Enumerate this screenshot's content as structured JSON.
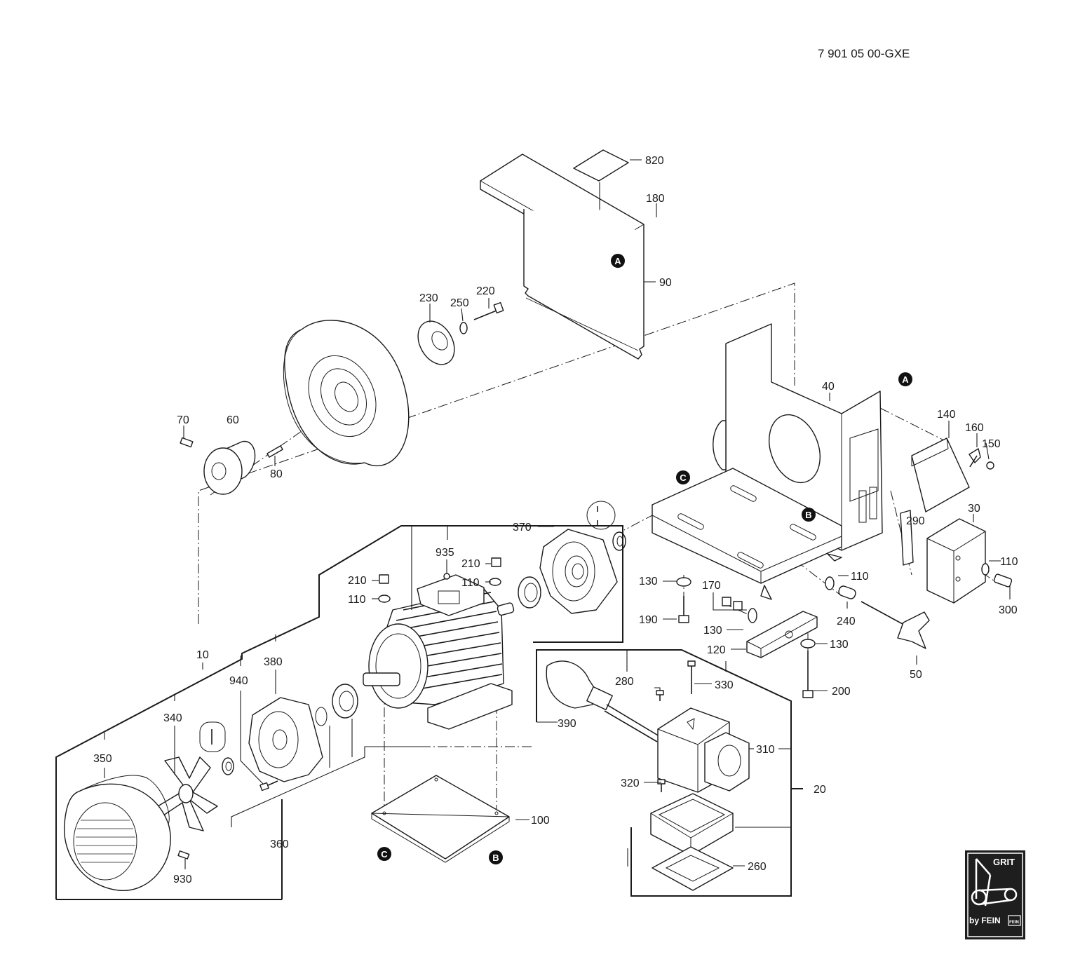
{
  "document_number": "7 901 05 00-GXE",
  "labels": {
    "p820": "820",
    "p180": "180",
    "p90": "90",
    "p230": "230",
    "p250": "250",
    "p220": "220",
    "p70": "70",
    "p60": "60",
    "p80": "80",
    "p40": "40",
    "p140": "140",
    "p160": "160",
    "p150": "150",
    "p290": "290",
    "p30": "30",
    "p110_r1": "110",
    "p300": "300",
    "p370": "370",
    "p935": "935",
    "p210_a": "210",
    "p110_a": "110",
    "p210_b": "210",
    "p110_b": "110",
    "p130_a": "130",
    "p190": "190",
    "p170": "170",
    "p130_b": "130",
    "p110_c": "110",
    "p240": "240",
    "p120": "120",
    "p130_c": "130",
    "p200": "200",
    "p50": "50",
    "p10": "10",
    "p380": "380",
    "p940": "940",
    "p340": "340",
    "p350": "350",
    "p930": "930",
    "p360": "360",
    "p100": "100",
    "p280": "280",
    "p330": "330",
    "p390": "390",
    "p310": "310",
    "p320": "320",
    "p20": "20",
    "p260": "260"
  },
  "reference_markers": {
    "a_top": "A",
    "a_right": "A",
    "b_base": "B",
    "b_plate": "B",
    "c_base": "C",
    "c_plate": "C"
  },
  "logo": {
    "top_text": "GRIT",
    "bottom_text": "by FEIN",
    "stamp_text": "FEIN"
  }
}
